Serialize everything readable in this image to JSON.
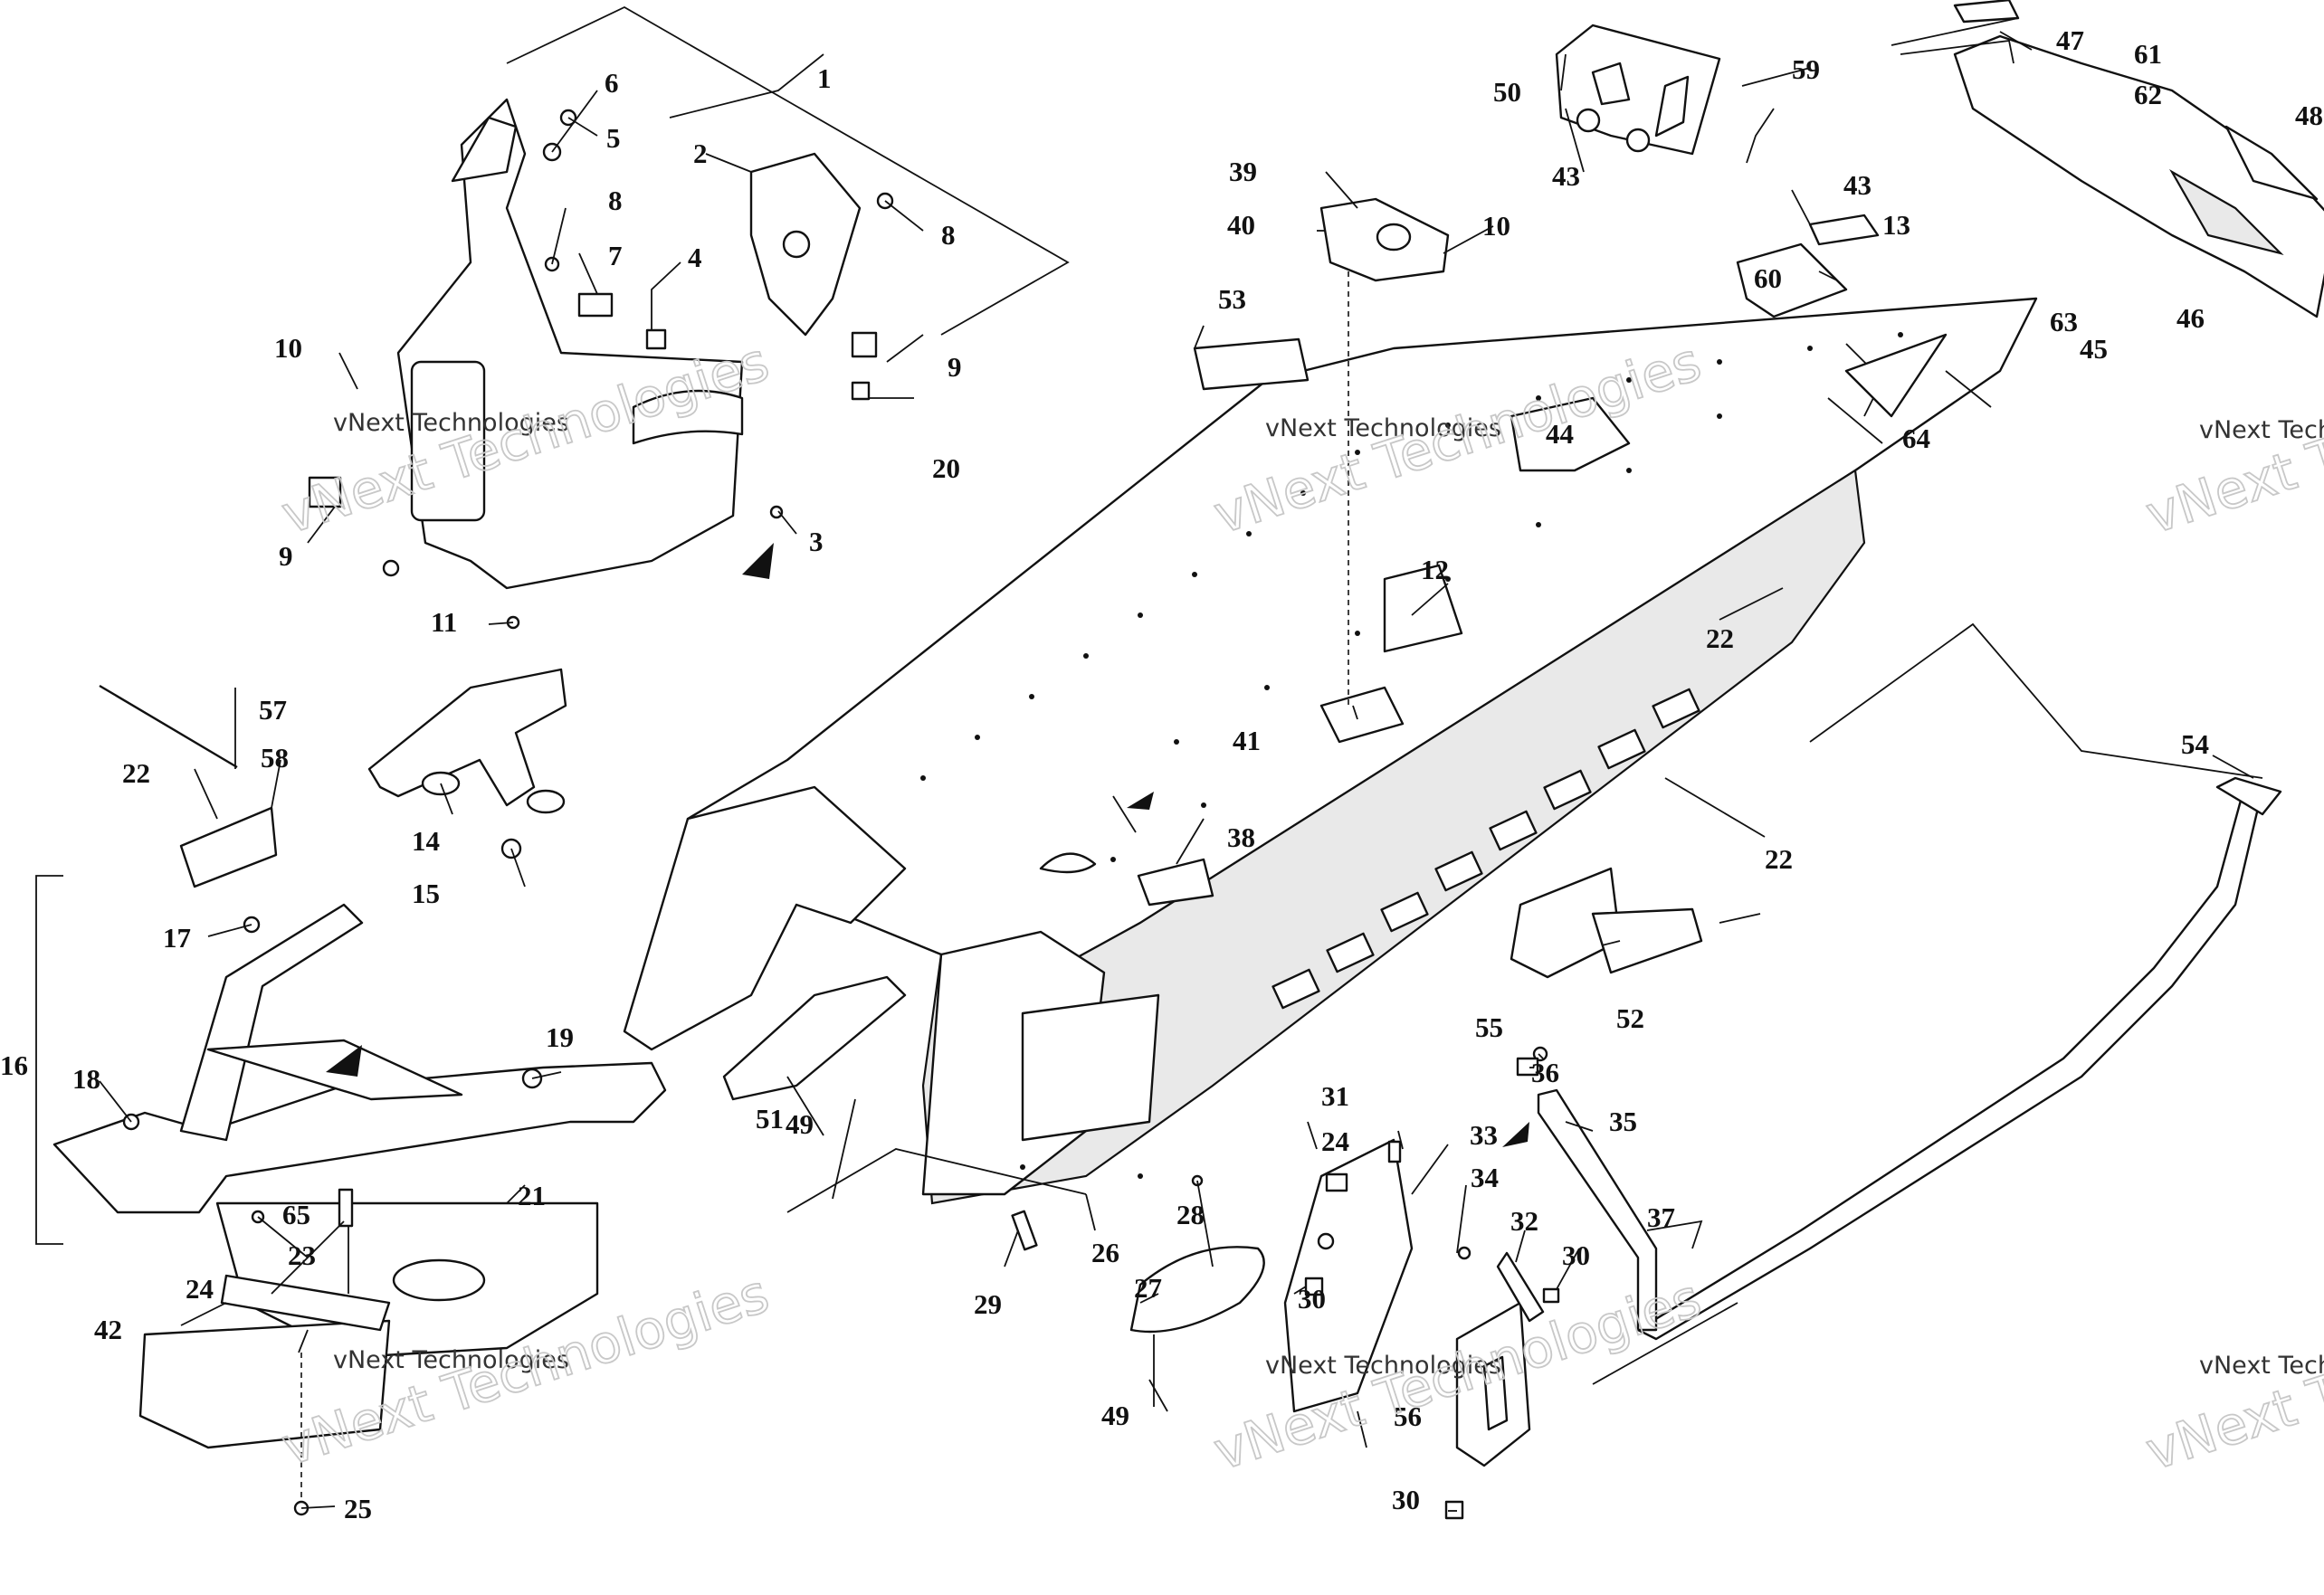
{
  "diagram": {
    "callouts": [
      "1",
      "2",
      "3",
      "4",
      "5",
      "6",
      "7",
      "8",
      "8",
      "9",
      "9",
      "10",
      "10",
      "11",
      "12",
      "13",
      "14",
      "15",
      "16",
      "17",
      "18",
      "19",
      "20",
      "21",
      "22",
      "22",
      "22",
      "23",
      "24",
      "24",
      "25",
      "26",
      "27",
      "28",
      "29",
      "30",
      "30",
      "30",
      "31",
      "32",
      "33",
      "34",
      "35",
      "36",
      "37",
      "38",
      "39",
      "40",
      "41",
      "42",
      "43",
      "43",
      "44",
      "45",
      "46",
      "47",
      "48",
      "49",
      "49",
      "50",
      "51",
      "52",
      "53",
      "54",
      "55",
      "56",
      "57",
      "58",
      "59",
      "60",
      "61",
      "62",
      "63",
      "64",
      "65"
    ],
    "watermark": {
      "line1": "vNext Technologies",
      "line2": "vNext Technologies"
    }
  }
}
